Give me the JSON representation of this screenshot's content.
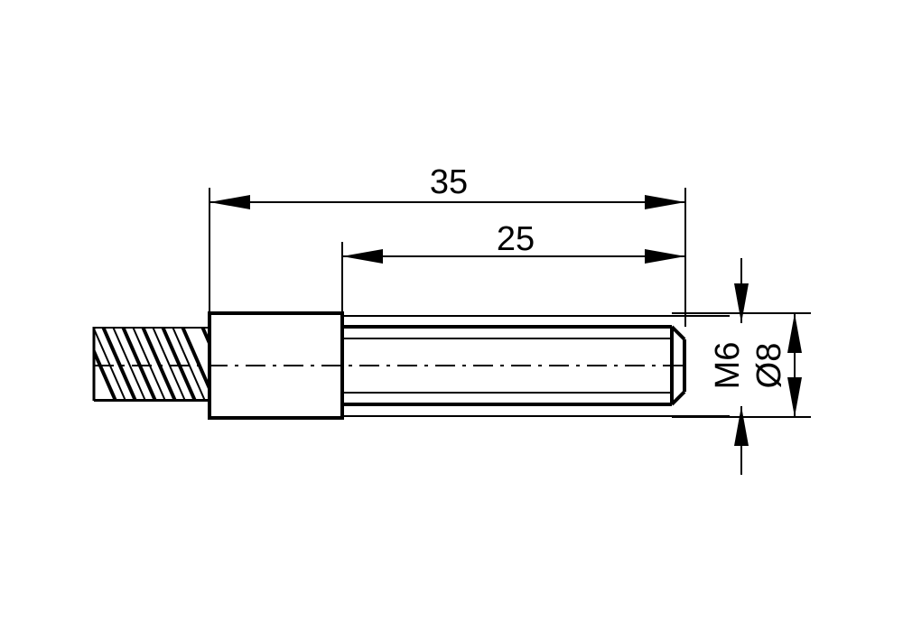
{
  "drawing": {
    "dimensions": {
      "overall_length": "35",
      "thread_length": "25",
      "thread_size": "M6",
      "diameter": "Ø8"
    },
    "colors": {
      "line": "#000000",
      "background": "#ffffff"
    }
  }
}
